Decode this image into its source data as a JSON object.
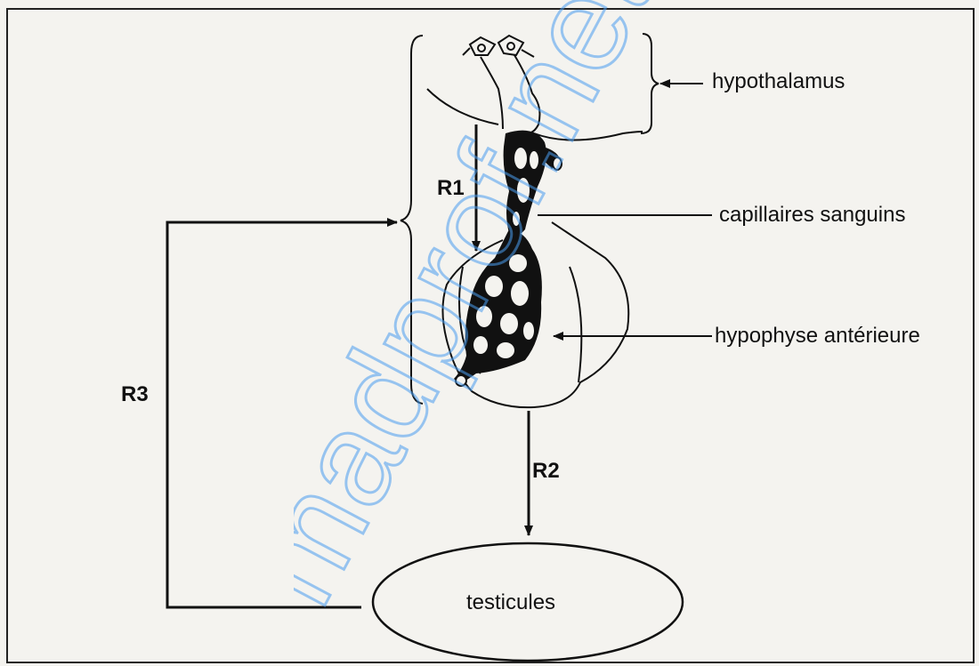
{
  "labels": {
    "hypothalamus": "hypothalamus",
    "capillaires": "capillaires sanguins",
    "hypophyse": "hypophyse antérieure",
    "testicules": "testicules",
    "r1": "R1",
    "r2": "R2",
    "r3": "R3"
  },
  "watermark": {
    "text": "moutamadris.ma / madaprof.net",
    "color": "#4a9df0"
  },
  "colors": {
    "ink": "#111111",
    "background": "#f4f3ef"
  }
}
